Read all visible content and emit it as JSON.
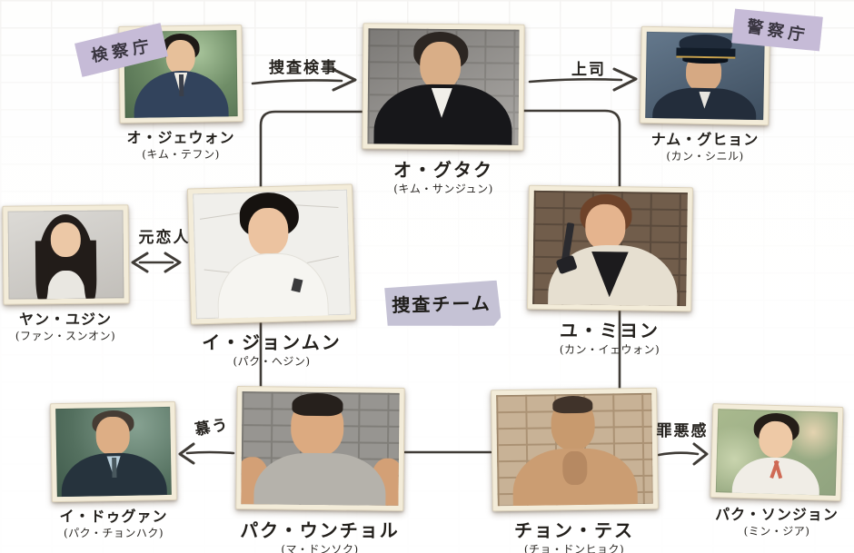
{
  "chart": {
    "team_label": "捜査チーム",
    "accent_color": "#c6bbd7",
    "line_color": "#3f3b36"
  },
  "badges": {
    "prosecution": "検察庁",
    "police": "警察庁"
  },
  "characters": {
    "oh_jaewon": {
      "name": "オ・ジェウォン",
      "actor": "(キム・テフン)"
    },
    "oh_gutak": {
      "name": "オ・グタク",
      "actor": "(キム・サンジュン)"
    },
    "nam_guhyun": {
      "name": "ナム・グヒョン",
      "actor": "(カン・シニル)"
    },
    "yang_yujin": {
      "name": "ヤン・ユジン",
      "actor": "(ファン・スンオン)"
    },
    "lee_jungmoon": {
      "name": "イ・ジョンムン",
      "actor": "(パク・ヘジン)"
    },
    "yoo_miyoung": {
      "name": "ユ・ミヨン",
      "actor": "(カン・イェウォン)"
    },
    "lee_dugwang": {
      "name": "イ・ドゥグァン",
      "actor": "(パク・チョンハク)"
    },
    "park_woongchul": {
      "name": "パク・ウンチョル",
      "actor": "(マ・ドンソク)"
    },
    "jung_taesoo": {
      "name": "チョン・テス",
      "actor": "(チョ・ドンヒョク)"
    },
    "park_sunjung": {
      "name": "パク・ソンジョン",
      "actor": "(ミン・ジア)"
    }
  },
  "relations": {
    "investigating_prosecutor": {
      "label": "捜査検事",
      "from": "オ・ジェウォン",
      "to": "オ・グタク"
    },
    "boss": {
      "label": "上司",
      "from": "オ・グタク",
      "to": "ナム・グヒョン"
    },
    "ex_lovers": {
      "label": "元恋人",
      "between": [
        "ヤン・ユジン",
        "イ・ジョンムン"
      ]
    },
    "adores": {
      "label": "慕う",
      "from": "パク・ウンチョル",
      "to": "イ・ドゥグァン"
    },
    "guilt": {
      "label": "罪悪感",
      "from": "チョン・テス",
      "to": "パク・ソンジョン"
    }
  },
  "team_members": [
    "オ・グタク",
    "イ・ジョンムン",
    "ユ・ミヨン",
    "パク・ウンチョル",
    "チョン・テス"
  ]
}
